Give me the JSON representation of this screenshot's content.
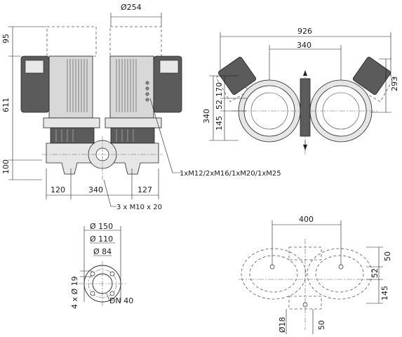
{
  "front_view": {
    "dim_top_diameter": "Ø254",
    "dim_motor_top": "95",
    "dim_total_height": "611",
    "dim_base_height": "100",
    "dim_left_offset": "120",
    "dim_center_distance": "340",
    "dim_right_offset": "127",
    "cable_gland_label": "1xM12/2xM16/1xM20/1xM25",
    "bolt_label": "3 x M10 x 20"
  },
  "top_view": {
    "dim_overall_width": "926",
    "dim_motor_spacing": "340",
    "dim_170": "170",
    "dim_52": "52",
    "dim_145": "145",
    "dim_340_vertical": "340",
    "dim_293": "293"
  },
  "flange_view": {
    "dim_outer": "Ø 150",
    "dim_bolt_circle": "Ø 110",
    "dim_inner": "Ø 84",
    "dim_holes": "4 x Ø 19",
    "dim_nominal": "DN 40"
  },
  "base_view": {
    "dim_400": "400",
    "dim_50_top": "50",
    "dim_52": "52",
    "dim_145": "145",
    "dim_diam18": "Ø18",
    "dim_50_bottom": "50"
  }
}
